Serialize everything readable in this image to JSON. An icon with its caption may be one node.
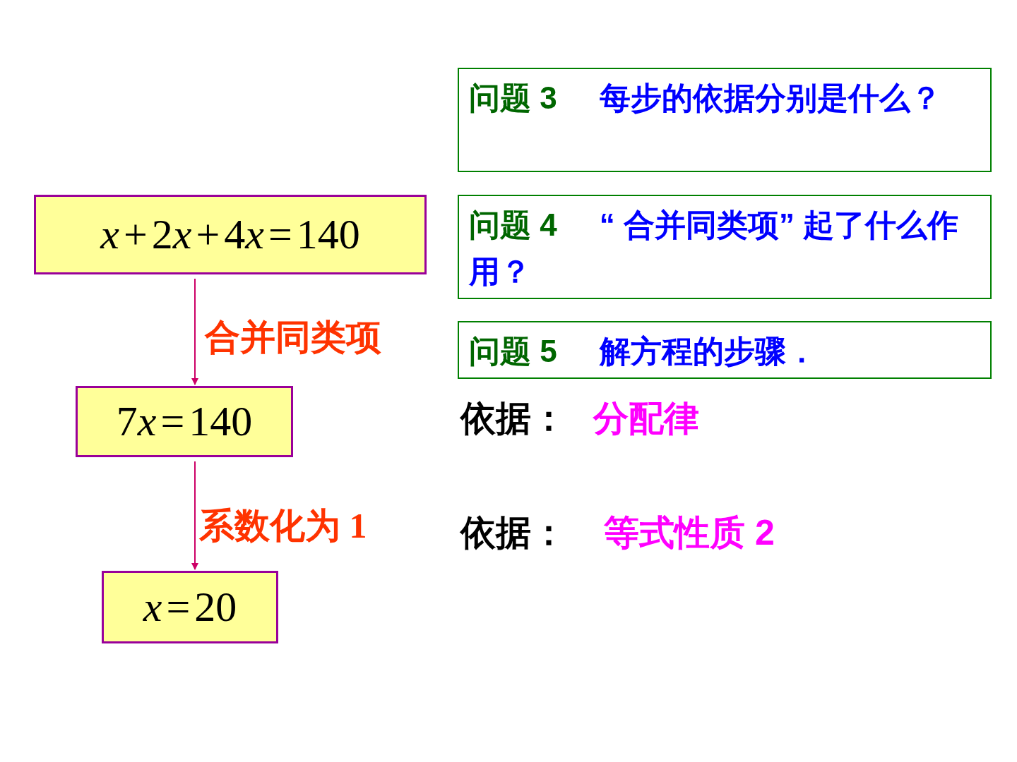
{
  "diagram": {
    "nodes": [
      {
        "text": [
          "x+2x+4x=140"
        ]
      },
      {
        "text": [
          "7x=140"
        ]
      },
      {
        "text": [
          "x=20"
        ]
      },
      {
        "text": [
          "问题 3",
          "每步的依据分别是什么？"
        ]
      },
      {
        "text": [
          "问题 4",
          "“ 合并同类项” 起了什么作用？"
        ]
      },
      {
        "text": [
          "问题 5",
          "解方程的步骤．"
        ]
      }
    ],
    "edges": [
      {
        "from": 0,
        "to": 1,
        "arrow": "to",
        "label": "合并同类项"
      },
      {
        "from": 1,
        "to": 2,
        "arrow": "to",
        "label": "系数化为 1"
      }
    ],
    "labels": [
      "依据：",
      "分配律",
      "依据：",
      "等式性质 2"
    ]
  }
}
